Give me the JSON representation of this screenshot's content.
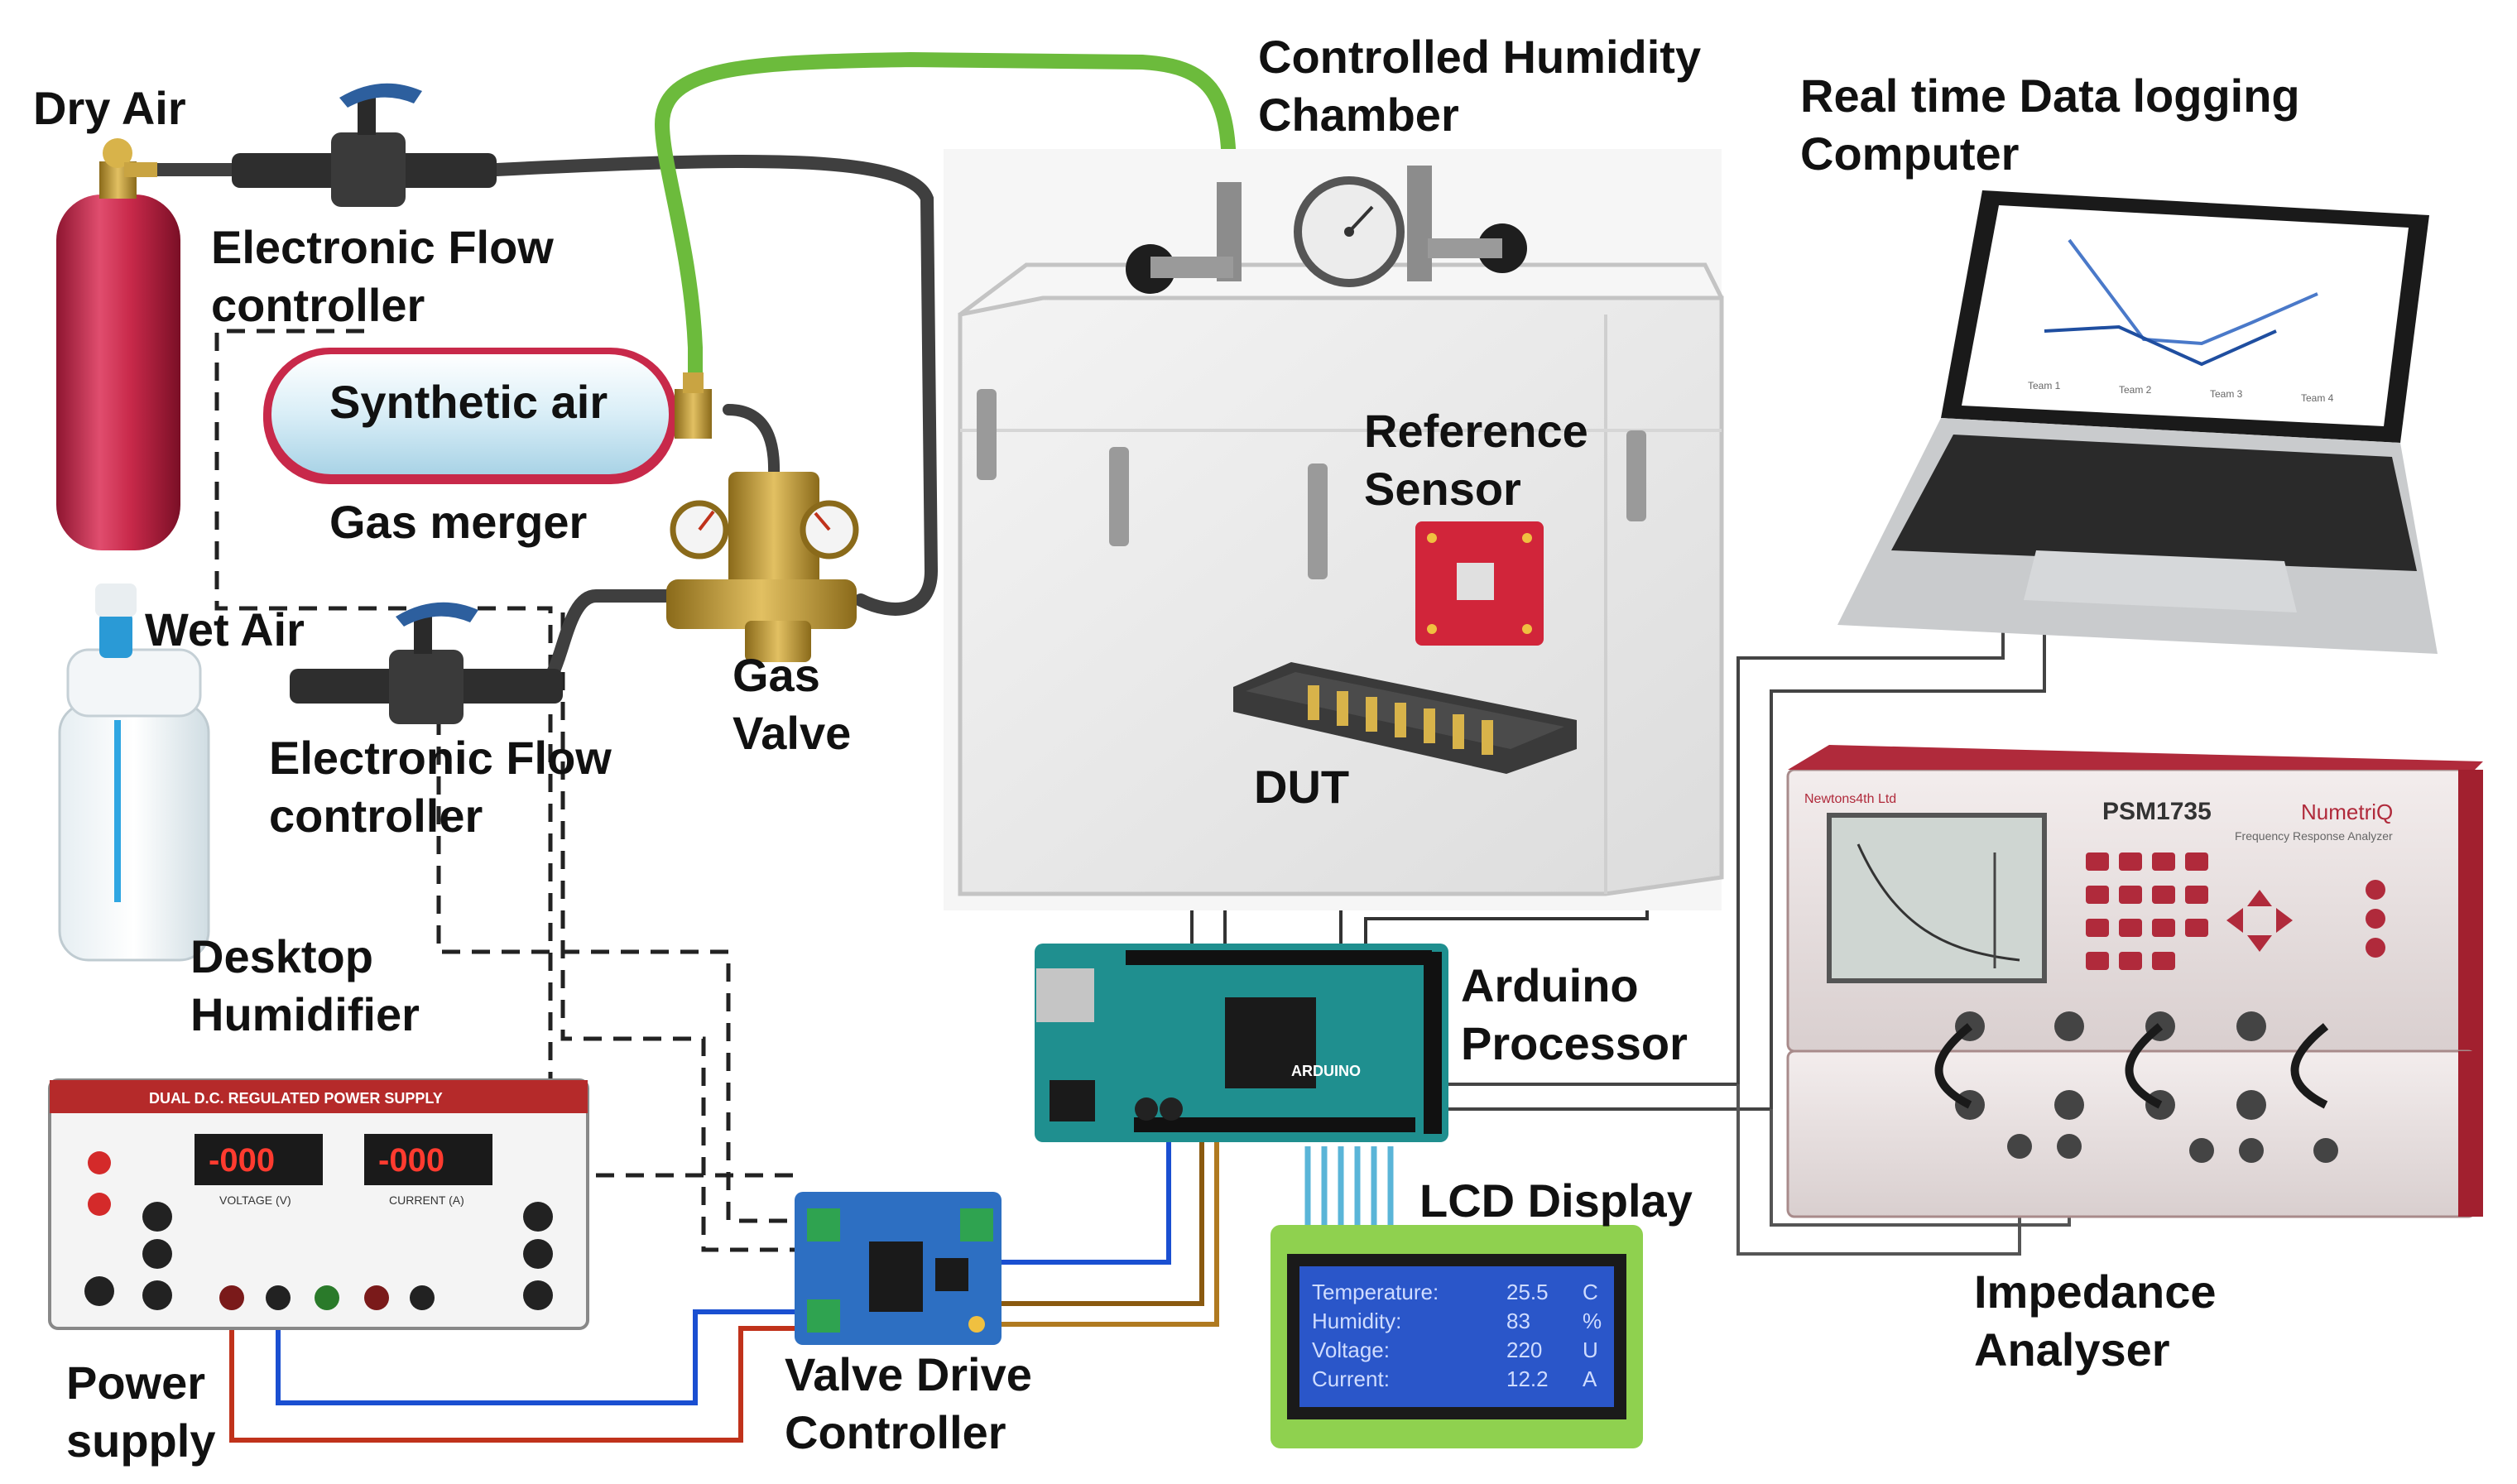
{
  "labels": {
    "dry_air": "Dry Air",
    "efc_top_1": "Electronic Flow",
    "efc_top_2": "controller",
    "synthetic_air": "Synthetic air",
    "gas_merger": "Gas merger",
    "wet_air": "Wet Air",
    "efc_bottom_1": "Electronic Flow",
    "efc_bottom_2": "controller",
    "desktop_humidifier_1": "Desktop",
    "desktop_humidifier_2": "Humidifier",
    "gas_valve_1": "Gas",
    "gas_valve_2": "Valve",
    "chamber_1": "Controlled Humidity",
    "chamber_2": "Chamber",
    "reference_sensor_1": "Reference",
    "reference_sensor_2": "Sensor",
    "dut": "DUT",
    "computer_1": "Real time Data logging",
    "computer_2": "Computer",
    "arduino_1": "Arduino",
    "arduino_2": "Processor",
    "lcd_display": "LCD Display",
    "impedance_1": "Impedance",
    "impedance_2": "Analyser",
    "power_supply_1": "Power",
    "power_supply_2": "supply",
    "valve_drive_1": "Valve Drive",
    "valve_drive_2": "Controller"
  },
  "lcd": {
    "rows": [
      {
        "name": "Temperature:",
        "value": "25.5",
        "unit": "C"
      },
      {
        "name": "Humidity:",
        "value": "83",
        "unit": "%"
      },
      {
        "name": "Voltage:",
        "value": "220",
        "unit": "U"
      },
      {
        "name": "Current:",
        "value": "12.2",
        "unit": "A"
      }
    ]
  },
  "power_supply": {
    "header": "DUAL D.C. REGULATED POWER SUPPLY",
    "display_left": "-000",
    "display_right": "-000",
    "voltage_label": "VOLTAGE (V)",
    "current_label": "CURRENT (A)"
  },
  "analyser": {
    "model": "PSM1735",
    "brand": "NumetriQ",
    "sub_brand": "Frequency Response Analyzer",
    "maker": "Newtons4th Ltd"
  },
  "arduino": {
    "board_text": "ARDUINO"
  },
  "laptop_chart": {
    "x_labels": [
      "Team 1",
      "Team 2",
      "Team 3",
      "Team 4"
    ]
  },
  "colors": {
    "tube_dark": "#3f3f3f",
    "tube_green": "#6cbb3c",
    "cylinder": "#c8294a",
    "wire_blue": "#1a4fd1",
    "wire_red": "#c0321b",
    "wire_brown": "#8a5a10",
    "arduino": "#1f8f8f",
    "lcd_green": "#8fd14f",
    "lcd_blue": "#2a56c9",
    "analyser": "#b02a3b"
  }
}
